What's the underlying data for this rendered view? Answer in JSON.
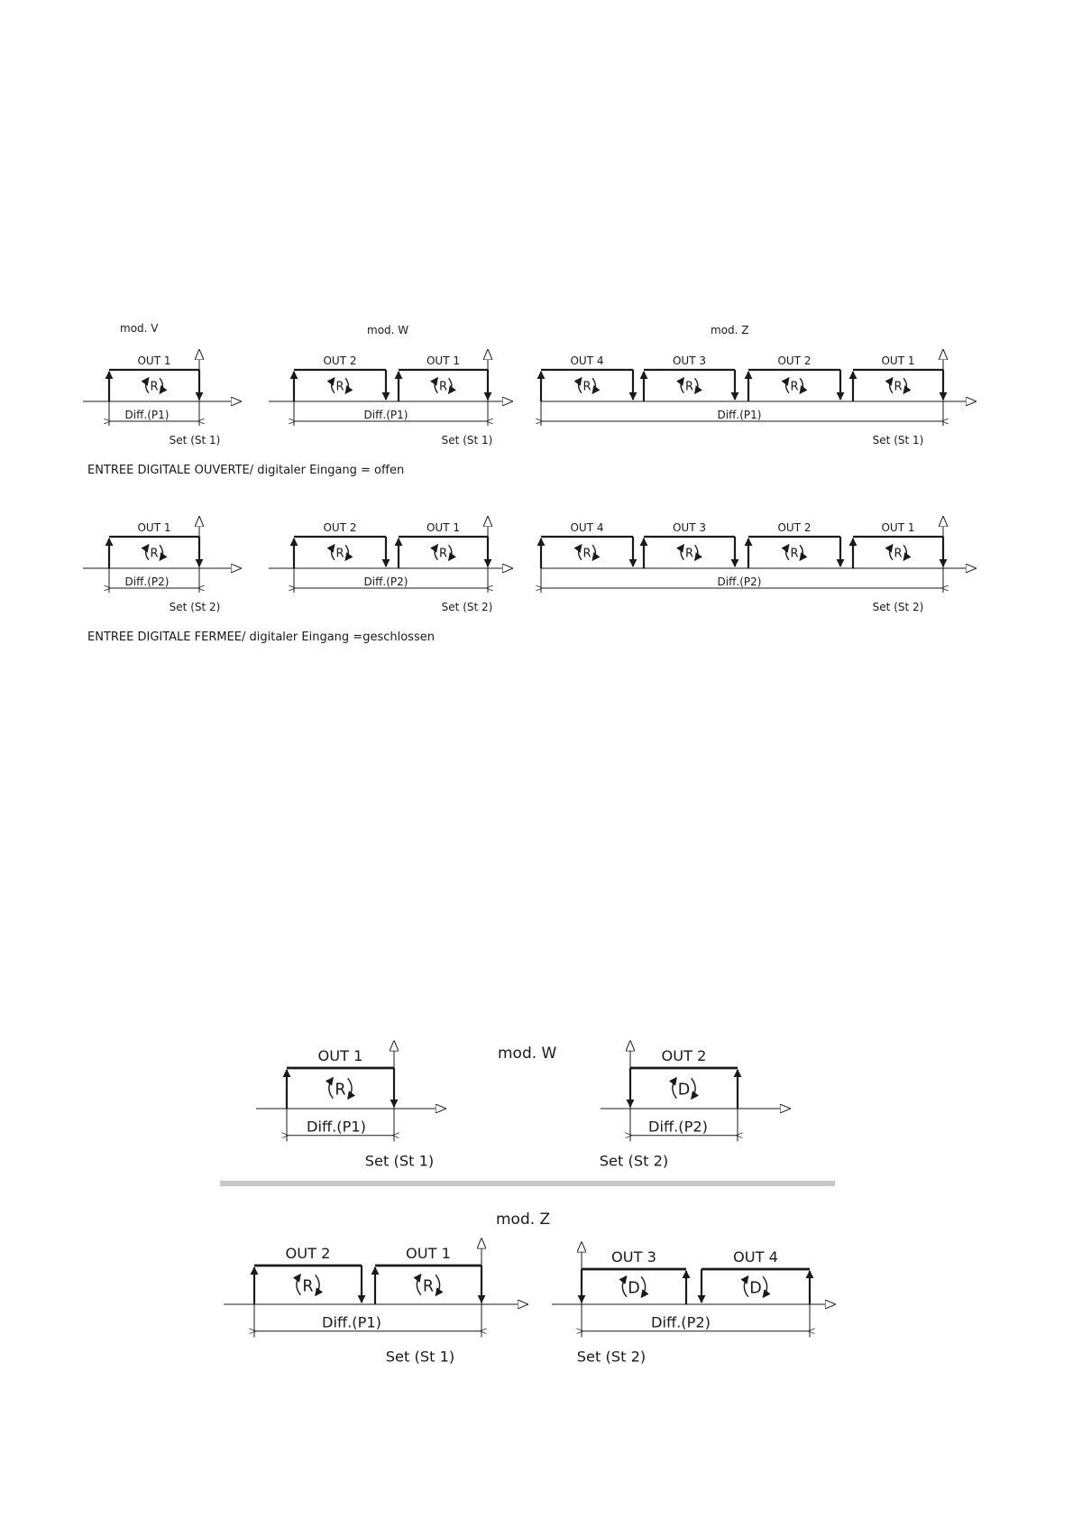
{
  "section1": {
    "open_caption": "ENTREE DIGITALE OUVERTE/ digitaler Eingang = offen",
    "closed_caption": "ENTREE DIGITALE FERMEE/ digitaler Eingang =geschlossen",
    "rows": [
      {
        "diagrams": [
          {
            "model": "mod. V",
            "outputs": [
              "OUT 1"
            ],
            "symbol": "R",
            "diff": "Diff.(P1)",
            "set": "Set (St 1)"
          },
          {
            "model": "mod. W",
            "outputs": [
              "OUT 2",
              "OUT 1"
            ],
            "symbol": "R",
            "diff": "Diff.(P1)",
            "set": "Set (St 1)"
          },
          {
            "model": "mod. Z",
            "outputs": [
              "OUT 4",
              "OUT 3",
              "OUT 2",
              "OUT 1"
            ],
            "symbol": "R",
            "diff": "Diff.(P1)",
            "set": "Set (St 1)"
          }
        ]
      },
      {
        "diagrams": [
          {
            "model": "",
            "outputs": [
              "OUT 1"
            ],
            "symbol": "R",
            "diff": "Diff.(P2)",
            "set": "Set (St 2)"
          },
          {
            "model": "",
            "outputs": [
              "OUT 2",
              "OUT 1"
            ],
            "symbol": "R",
            "diff": "Diff.(P2)",
            "set": "Set (St 2)"
          },
          {
            "model": "",
            "outputs": [
              "OUT 4",
              "OUT 3",
              "OUT 2",
              "OUT 1"
            ],
            "symbol": "R",
            "diff": "Diff.(P2)",
            "set": "Set (St 2)"
          }
        ]
      }
    ]
  },
  "section2": {
    "mod_w": {
      "label": "mod. W",
      "left": {
        "outputs": [
          "OUT 1"
        ],
        "symbol": "R",
        "diff": "Diff.(P1)",
        "set": "Set (St 1)"
      },
      "right": {
        "outputs": [
          "OUT 2"
        ],
        "symbol": "D",
        "diff": "Diff.(P2)",
        "set": "Set (St 2)"
      }
    },
    "mod_z": {
      "label": "mod. Z",
      "left": {
        "outputs": [
          "OUT 2",
          "OUT 1"
        ],
        "symbol": "R",
        "diff": "Diff.(P1)",
        "set": "Set (St 1)"
      },
      "right": {
        "outputs": [
          "OUT 3",
          "OUT 4"
        ],
        "symbol": "D",
        "diff": "Diff.(P2)",
        "set": "Set (St 2)"
      }
    }
  },
  "colors": {
    "ink": "#1a1a1a",
    "separator": "#c8c8c8"
  }
}
